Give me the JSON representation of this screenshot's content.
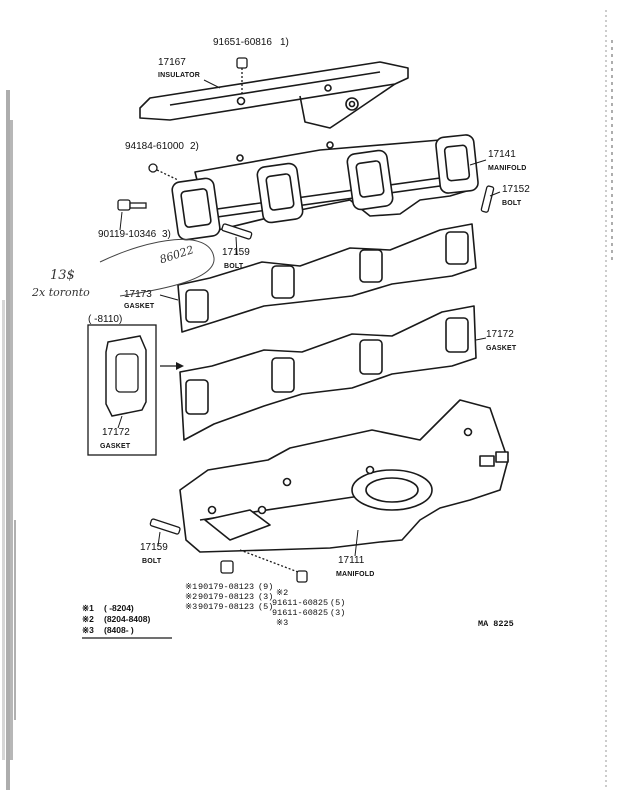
{
  "parts": {
    "nut_top": {
      "number": "91651-60816",
      "ref": "1)"
    },
    "insulator": {
      "number": "17167",
      "name": "INSULATOR"
    },
    "stud": {
      "number": "94184-61000",
      "ref": "2)"
    },
    "manifold_upper": {
      "number": "17141",
      "name": "MANIFOLD"
    },
    "bolt_right": {
      "number": "17152",
      "name": "BOLT"
    },
    "bolt_left": {
      "number": "90119-10346",
      "ref": "3)"
    },
    "bolt_mid": {
      "number": "17159",
      "name": "BOLT"
    },
    "gasket_upper": {
      "number": "17173",
      "name": "GASKET"
    },
    "gasket_lower": {
      "number": "17172",
      "name": "GASKET"
    },
    "inset": {
      "range": "(        -8110)",
      "number": "17172",
      "name": "GASKET"
    },
    "bolt_lower": {
      "number": "17159",
      "name": "BOLT"
    },
    "manifold_lower": {
      "number": "17111",
      "name": "MANIFOLD"
    }
  },
  "nut_list_left": [
    {
      "mark": "※1",
      "number": "90179-08123",
      "qty": "(9)"
    },
    {
      "mark": "※2",
      "number": "90179-08123",
      "qty": "(3)"
    },
    {
      "mark": "※3",
      "number": "90179-08123",
      "qty": "(5)"
    }
  ],
  "nut_list_right": [
    {
      "mark": "※2",
      "number": "91611-60825",
      "qty": "(5)"
    },
    {
      "mark": "",
      "number": "91611-60825",
      "qty": "(3)"
    },
    {
      "mark": "※3",
      "number": "",
      "qty": ""
    }
  ],
  "legend": [
    {
      "mark": "※1",
      "range": "(        -8204)"
    },
    {
      "mark": "※2",
      "range": "(8204-8408)"
    },
    {
      "mark": "※3",
      "range": "(8408-        )"
    }
  ],
  "diagram_code": "MA 8225",
  "handwriting": {
    "line1": "13$",
    "line2": "2x toronto",
    "line3": "86022"
  },
  "colors": {
    "ink": "#1a1a1a",
    "paper": "#ffffff",
    "scan_edge": "#2b2b2b"
  }
}
